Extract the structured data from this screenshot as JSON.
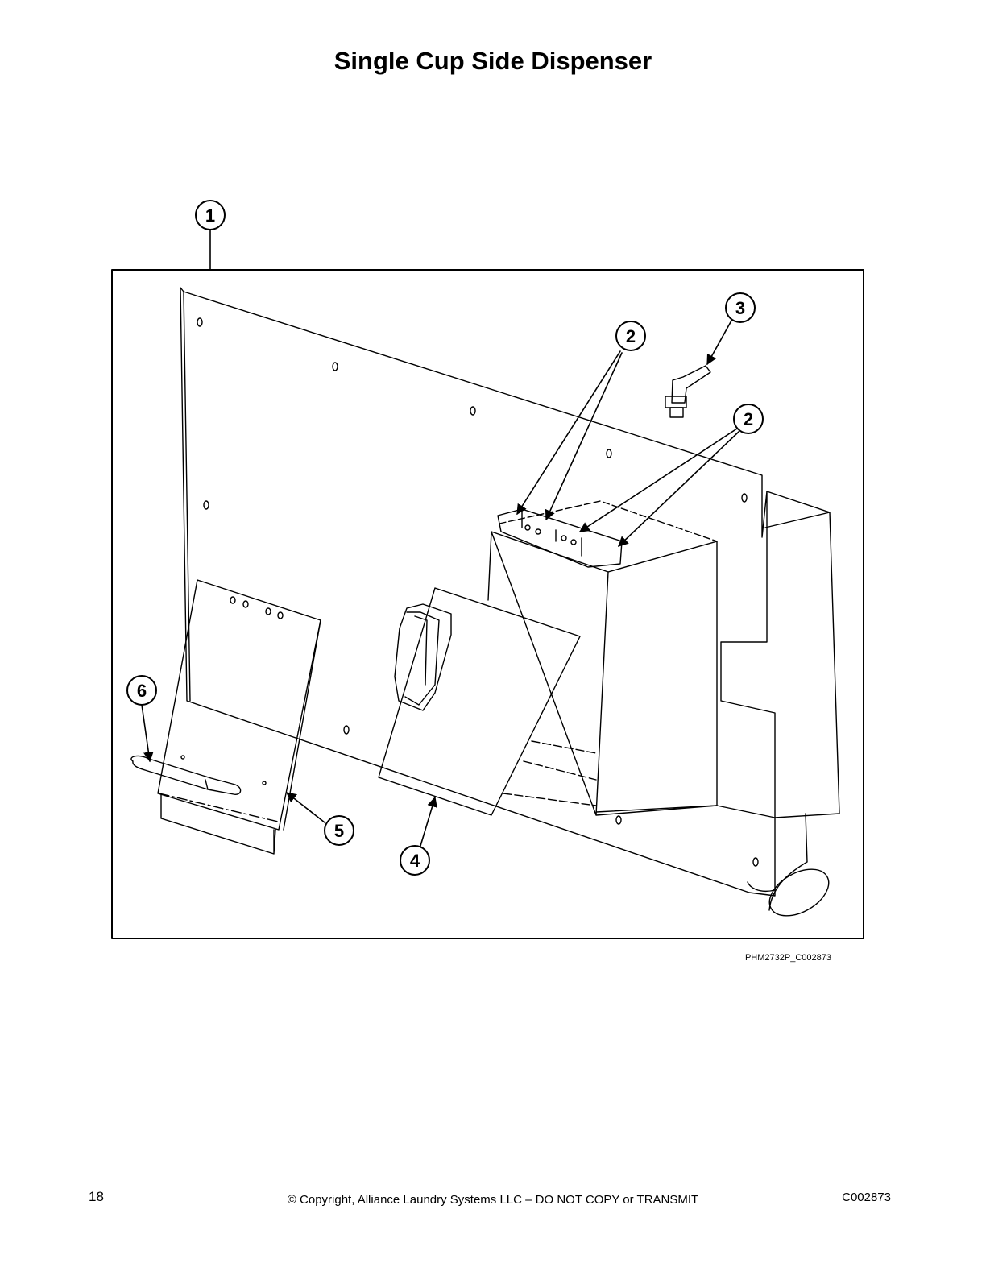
{
  "page": {
    "title": "Single Cup Side Dispenser",
    "figure_code": "PHM2732P_C002873",
    "page_number": "18",
    "copyright": "© Copyright, Alliance Laundry Systems LLC – DO NOT COPY or TRANSMIT",
    "doc_code": "C002873"
  },
  "callouts": {
    "c1": "1",
    "c2a": "2",
    "c2b": "2",
    "c3": "3",
    "c4": "4",
    "c5": "5",
    "c6": "6"
  }
}
